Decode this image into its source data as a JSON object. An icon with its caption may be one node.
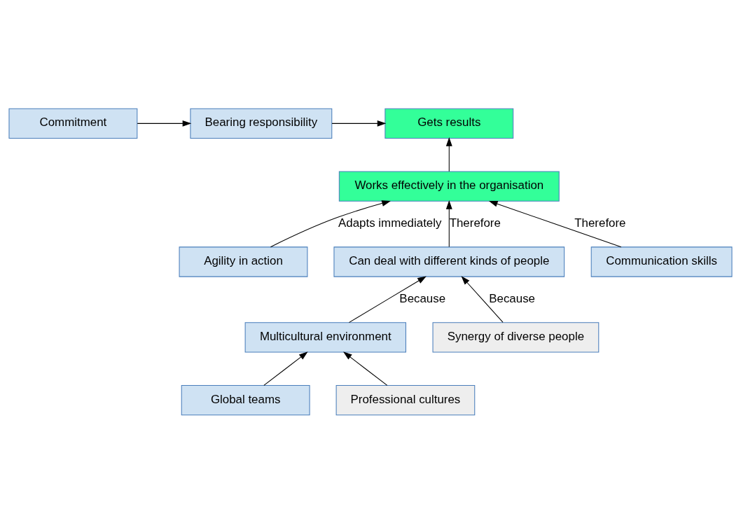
{
  "diagram": {
    "nodes": [
      {
        "text": [
          "Commitment"
        ]
      },
      {
        "text": [
          "Bearing responsibility"
        ]
      },
      {
        "text": [
          "Gets results"
        ]
      },
      {
        "text": [
          "Works effectively in the organisation"
        ]
      },
      {
        "text": [
          "Agility in action"
        ]
      },
      {
        "text": [
          "Can deal with different kinds of people"
        ]
      },
      {
        "text": [
          "Communication skills"
        ]
      },
      {
        "text": [
          "Multicultural environment"
        ]
      },
      {
        "text": [
          "Global teams"
        ]
      },
      {
        "text": [
          "Synergy of diverse people"
        ]
      },
      {
        "text": [
          "Professional cultures"
        ]
      }
    ],
    "edges": [
      {
        "from": 0,
        "to": 1,
        "arrow": "to"
      },
      {
        "from": 1,
        "to": 2,
        "arrow": "to"
      },
      {
        "from": 3,
        "to": 2,
        "arrow": "to"
      },
      {
        "from": 4,
        "to": 3,
        "arrow": "to",
        "label": "Adapts immediately"
      },
      {
        "from": 6,
        "to": 3,
        "arrow": "to",
        "label": "Therefore"
      },
      {
        "from": 5,
        "to": 3,
        "arrow": "to",
        "label": "Therefore"
      },
      {
        "from": 7,
        "to": 5,
        "arrow": "to",
        "label": "Because"
      },
      {
        "from": 9,
        "to": 5,
        "arrow": "to",
        "label": "Because"
      },
      {
        "from": 8,
        "to": 7,
        "arrow": "to"
      },
      {
        "from": 10,
        "to": 7,
        "arrow": "to"
      }
    ]
  }
}
